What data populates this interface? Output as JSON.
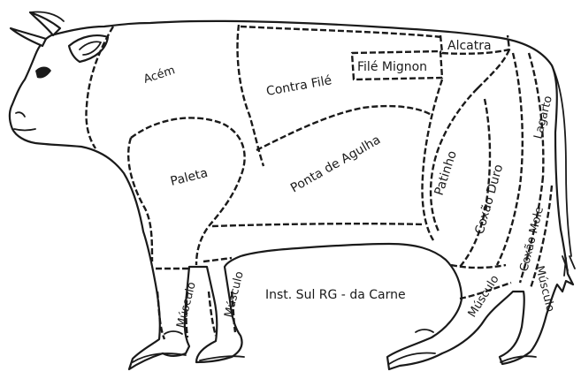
{
  "labels": {
    "acem": "Acém",
    "contra_file": "Contra Filé",
    "file_mignon": "Filé Mignon",
    "alcatra": "Alcatra",
    "paleta": "Paleta",
    "ponta_de_agulha": "Ponta de Agulha",
    "patinho": "Patinho",
    "coxao_duro": "Coxão Duro",
    "lagarto": "Lagarto",
    "coxao_mole": "Coxão Mole",
    "musculo_front_left": "Músculo",
    "musculo_front_right": "Músculo",
    "musculo_hind_left": "Músculo",
    "musculo_hind_right": "Músculo"
  },
  "credit": "Inst. Sul RG - da Carne",
  "colors": {
    "ink": "#1a1a1a",
    "background": "#ffffff"
  }
}
